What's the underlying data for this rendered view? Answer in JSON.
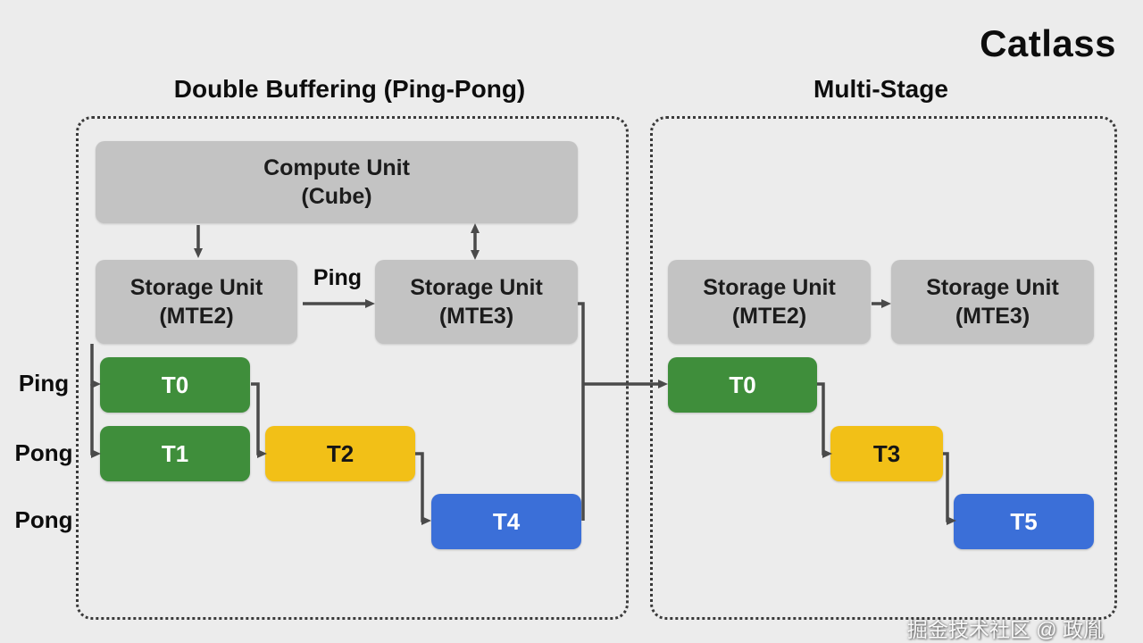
{
  "brand": "Catlass",
  "watermark": "掘金技术社区 @ 政胤",
  "colors": {
    "green": "#3f8e3b",
    "yellow": "#f2c017",
    "blue": "#3b6fd8",
    "box_gray": "#c3c3c3",
    "arrow": "#4a4a4a"
  },
  "left": {
    "title": "Double Buffering (Ping-Pong)",
    "compute": {
      "line1": "Compute Unit",
      "line2": "(Cube)"
    },
    "mte2": {
      "line1": "Storage Unit",
      "line2": "(MTE2)"
    },
    "mte3": {
      "line1": "Storage Unit",
      "line2": "(MTE3)"
    },
    "ping_label": "Ping",
    "side_labels": [
      {
        "label": "Ping"
      },
      {
        "label": "Pong"
      },
      {
        "label": "Pong"
      }
    ],
    "tasks": [
      {
        "label": "T0",
        "color": "#3f8e3b",
        "text": "#ffffff"
      },
      {
        "label": "T1",
        "color": "#3f8e3b",
        "text": "#ffffff"
      },
      {
        "label": "T2",
        "color": "#f2c017",
        "text": "#161616"
      },
      {
        "label": "T4",
        "color": "#3b6fd8",
        "text": "#ffffff"
      }
    ]
  },
  "right": {
    "title": "Multi-Stage",
    "mte2": {
      "line1": "Storage Unit",
      "line2": "(MTE2)"
    },
    "mte3": {
      "line1": "Storage Unit",
      "line2": "(MTE3)"
    },
    "tasks": [
      {
        "label": "T0",
        "color": "#3f8e3b",
        "text": "#ffffff"
      },
      {
        "label": "T3",
        "color": "#f2c017",
        "text": "#161616"
      },
      {
        "label": "T5",
        "color": "#3b6fd8",
        "text": "#ffffff"
      }
    ]
  }
}
